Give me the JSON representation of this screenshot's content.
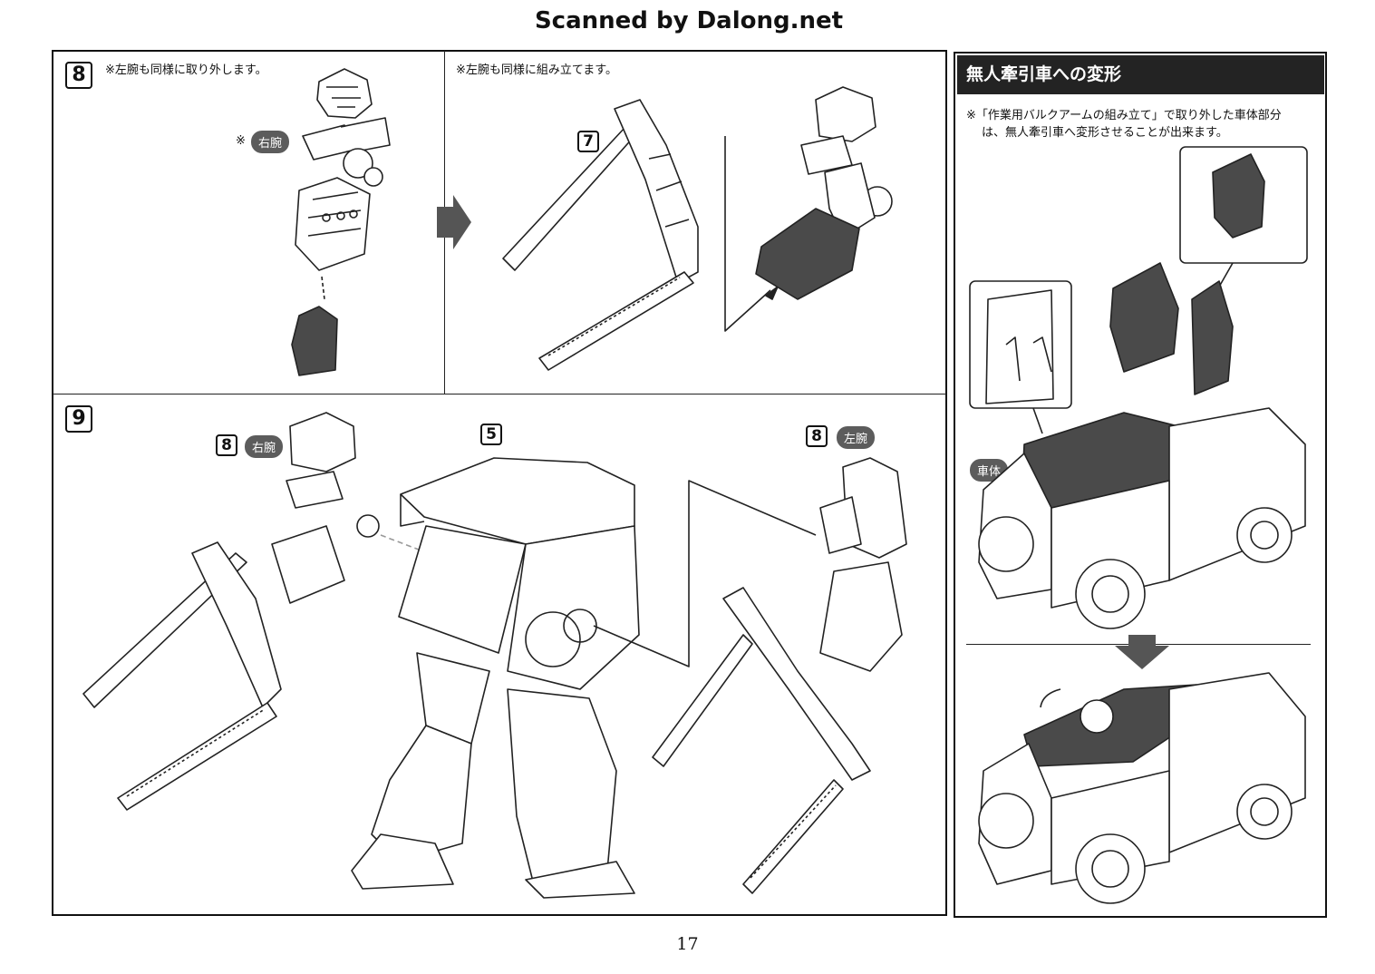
{
  "watermark": "Scanned by Dalong.net",
  "step8": {
    "number": "8",
    "note_left": "※左腕も同様に取り外します。",
    "callout_mark": "※",
    "callout_label": "右腕",
    "note_right": "※左腕も同様に組み立てます。",
    "ref_step": "7"
  },
  "step9": {
    "number": "9",
    "ref_right_arm_step": "8",
    "ref_right_arm_label": "右腕",
    "ref_body_step": "5",
    "ref_left_arm_step": "8",
    "ref_left_arm_label": "左腕"
  },
  "sidebar": {
    "title": "無人牽引車への変形",
    "note_line1": "※「作業用バルクアームの組み立て」で取り外した車体部分",
    "note_line2": "は、無人牽引車へ変形させることが出来ます。",
    "body_label": "車体"
  },
  "page_number": "17",
  "colors": {
    "panel_border": "#111111",
    "header_bg": "#232323",
    "label_pill": "#5c5c5c",
    "part_dark": "#4a4a4a"
  }
}
